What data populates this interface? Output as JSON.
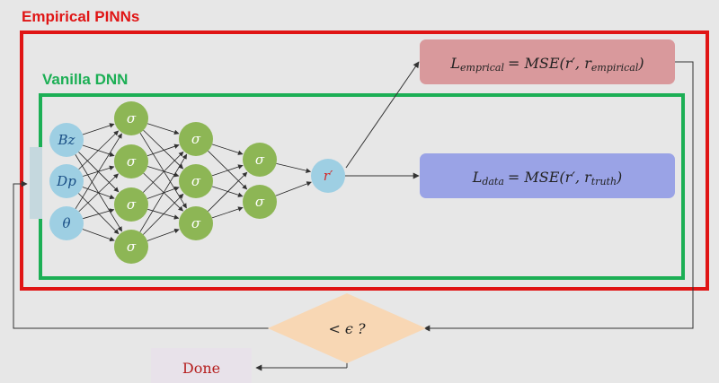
{
  "labels": {
    "outer_box": "Empirical PINNs",
    "inner_box": "Vanilla DNN"
  },
  "inputs": [
    "Bz",
    "Dp",
    "θ"
  ],
  "hidden_symbol": "σ",
  "output_symbol": "r′",
  "loss_empirical": {
    "name_base": "L",
    "name_sub": "emprical",
    "expr_main": "= MSE(r′, r",
    "expr_sub": "empirical",
    "expr_close": ")"
  },
  "loss_data": {
    "name_base": "L",
    "name_sub": "data",
    "expr_main": "= MSE(r′, r",
    "expr_sub": "truth",
    "expr_close": ")"
  },
  "decision": "< ϵ ?",
  "done": "Done",
  "colors": {
    "outer_box": "#e01515",
    "inner_box": "#1caf55",
    "input_node": "#9ecfe3",
    "hidden_node": "#8db655",
    "loss_empirical_fill": "#d9999c",
    "loss_data_fill": "#9aa3e6",
    "decision_fill": "#f8d7b4",
    "done_fill": "#e8e2ea",
    "done_text": "#b51d1d",
    "output_text": "#d42a2a",
    "input_text": "#1a4f86"
  }
}
